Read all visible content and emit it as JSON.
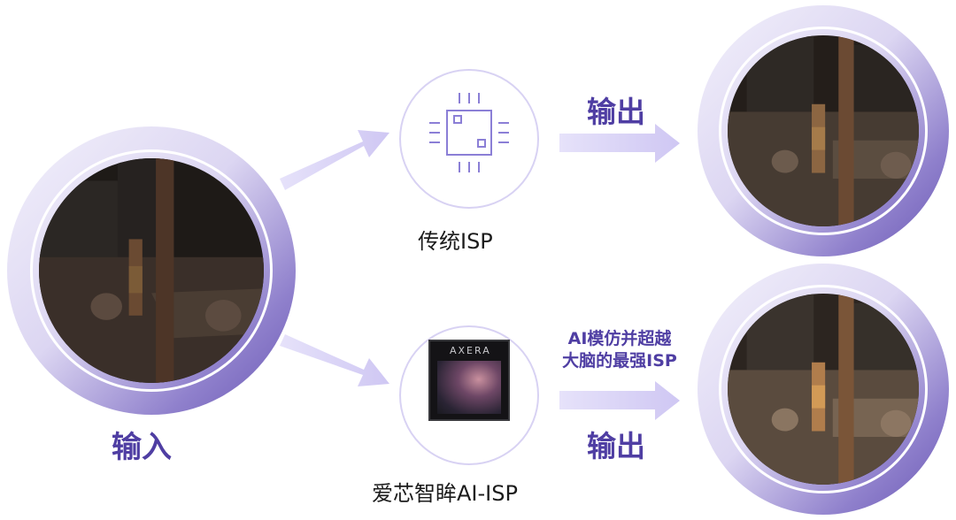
{
  "input_label": "输入",
  "traditional": {
    "caption": "传统ISP",
    "output_label": "输出",
    "icon": "chip-outline-icon"
  },
  "ai": {
    "caption": "爱芯智眸AI-ISP",
    "output_label": "输出",
    "chip_brand": "AXERA",
    "description_line1": "AI模仿并超越",
    "description_line2": "大脑的最强ISP"
  },
  "colors": {
    "accent": "#4f3ea3",
    "arrow": "#d9d3f7",
    "ring_dark": "#6a58b4",
    "ring_light": "#f3f1fb"
  }
}
